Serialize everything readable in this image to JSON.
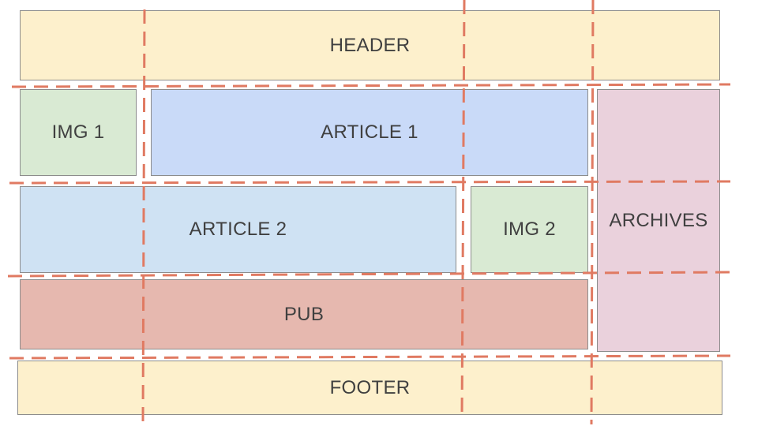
{
  "blocks": {
    "header": {
      "label": "HEADER",
      "color": "#fdf0cc"
    },
    "img1": {
      "label": "IMG 1",
      "color": "#d9ead3"
    },
    "article1": {
      "label": "ARTICLE 1",
      "color": "#c9daf8"
    },
    "archives": {
      "label": "ARCHIVES",
      "color": "#ead1dc"
    },
    "article2": {
      "label": "ARTICLE 2",
      "color": "#cfe2f3"
    },
    "img2": {
      "label": "IMG 2",
      "color": "#d9ead3"
    },
    "pub": {
      "label": "PUB",
      "color": "#e6b8af"
    },
    "footer": {
      "label": "FOOTER",
      "color": "#fdf0cc"
    }
  },
  "grid_line_color": "#e07a62"
}
